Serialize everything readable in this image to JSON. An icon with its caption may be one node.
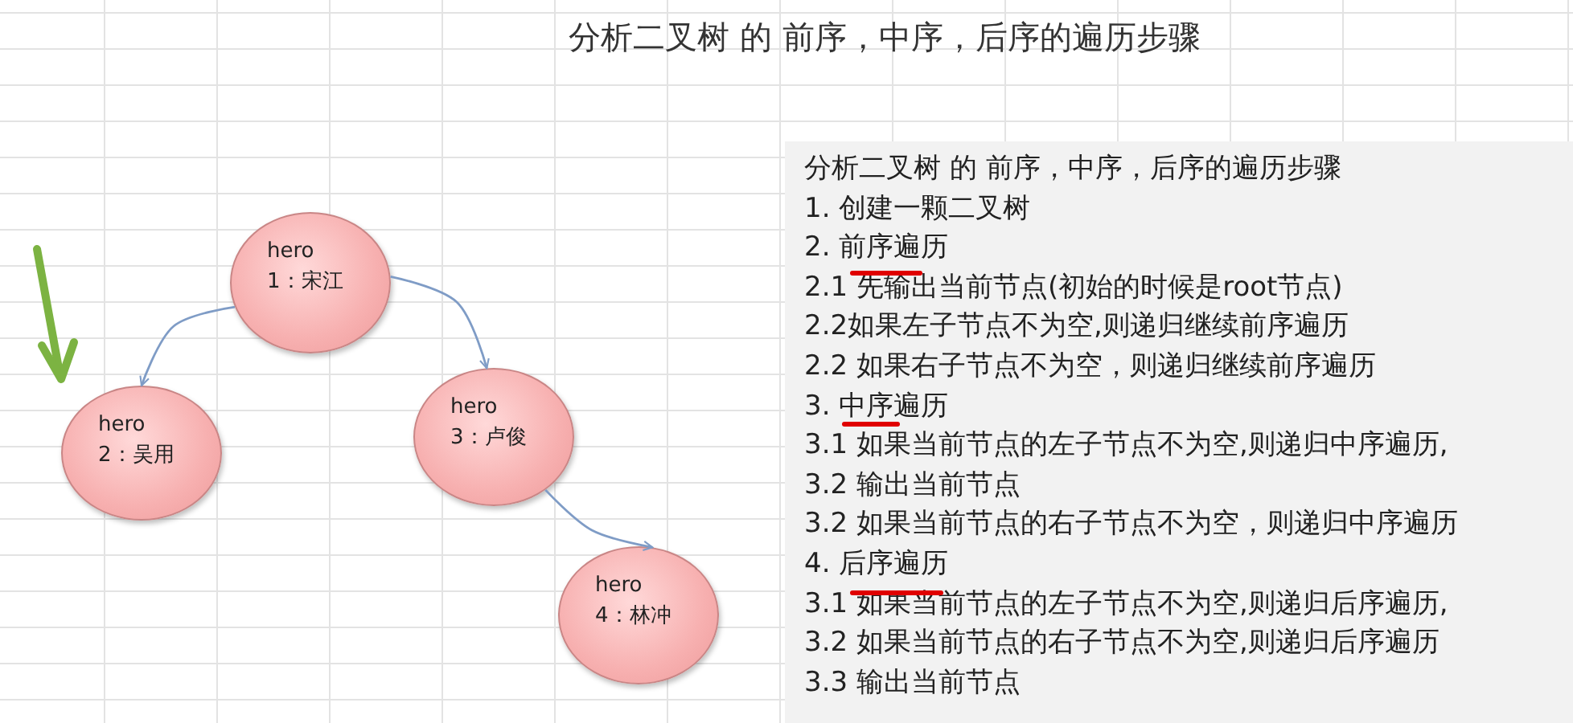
{
  "diagram": {
    "title": "分析二叉树 的 前序，中序，后序的遍历步骤",
    "nodes": [
      {
        "text": [
          "hero",
          "1：宋江"
        ]
      },
      {
        "text": [
          "hero",
          "2：吴用"
        ]
      },
      {
        "text": [
          "hero",
          "3：卢俊"
        ]
      },
      {
        "text": [
          "hero",
          "4：林冲"
        ]
      },
      {
        "text": [
          "分析二叉树 的 前序，中序，后序的遍历步骤",
          "1.  创建一颗二叉树",
          "2.  前序遍历",
          "2.1 先输出当前节点(初始的时候是root节点)",
          "2.2如果左子节点不为空,则递归继续前序遍历",
          "2.2 如果右子节点不为空，则递归继续前序遍历",
          "3. 中序遍历",
          "3.1  如果当前节点的左子节点不为空,则递归中序遍历,",
          "3.2  输出当前节点",
          "3.2 如果当前节点的右子节点不为空，则递归中序遍历",
          "4. 后序遍历",
          "3.1  如果当前节点的左子节点不为空,则递归后序遍历,",
          "3.2  如果当前节点的右子节点不为空,则递归后序遍历",
          "3.3 输出当前节点"
        ]
      }
    ],
    "edges": [
      {
        "from": 0,
        "to": 1,
        "arrow": "to"
      },
      {
        "from": 0,
        "to": 2,
        "arrow": "to"
      },
      {
        "from": 2,
        "to": 3,
        "arrow": "to"
      }
    ]
  }
}
